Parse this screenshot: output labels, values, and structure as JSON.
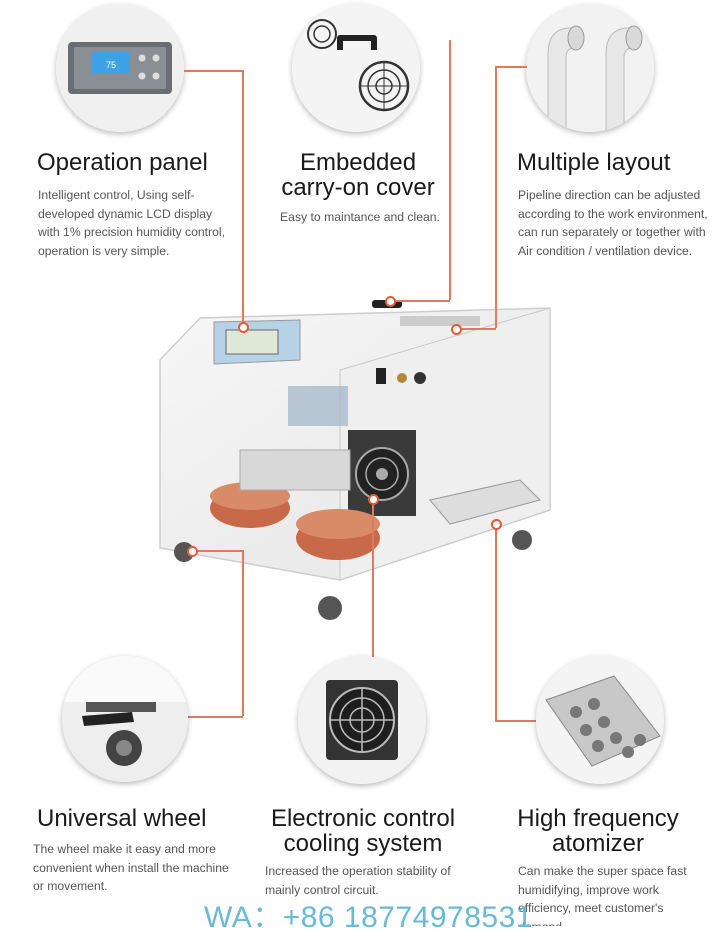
{
  "features": {
    "operation_panel": {
      "title": "Operation panel",
      "desc": [
        "Intelligent control, Using self-",
        "developed dynamic LCD display",
        "with 1% precision humidity control,",
        "operation is very simple."
      ],
      "lcd_value": "75"
    },
    "carry_cover": {
      "title": [
        "Embedded",
        "carry-on cover"
      ],
      "desc": [
        "Easy to maintance and clean."
      ]
    },
    "multiple_layout": {
      "title": "Multiple layout",
      "desc": [
        "Pipeline direction can be adjusted",
        "according to the work environment,",
        "can run separately or together with",
        "Air condition / ventilation device."
      ]
    },
    "universal_wheel": {
      "title": "Universal wheel",
      "desc": [
        "The wheel make it easy and more",
        "convenient when install the machine",
        "or movement."
      ]
    },
    "cooling_system": {
      "title": [
        "Electronic control",
        "cooling system"
      ],
      "desc": [
        "Increased the operation stability of",
        "mainly control circuit."
      ]
    },
    "atomizer": {
      "title": [
        "High frequency",
        "atomizer"
      ],
      "desc": [
        "Can make the super space fast",
        "humidifying, improve  work",
        "efficiency, meet customer's",
        "demand."
      ]
    }
  },
  "contact": "WA：+86 18774978531",
  "colors": {
    "accent_line": "#e07a5a",
    "dot": "#e35a3a",
    "watermark": "#6ab9d6"
  }
}
